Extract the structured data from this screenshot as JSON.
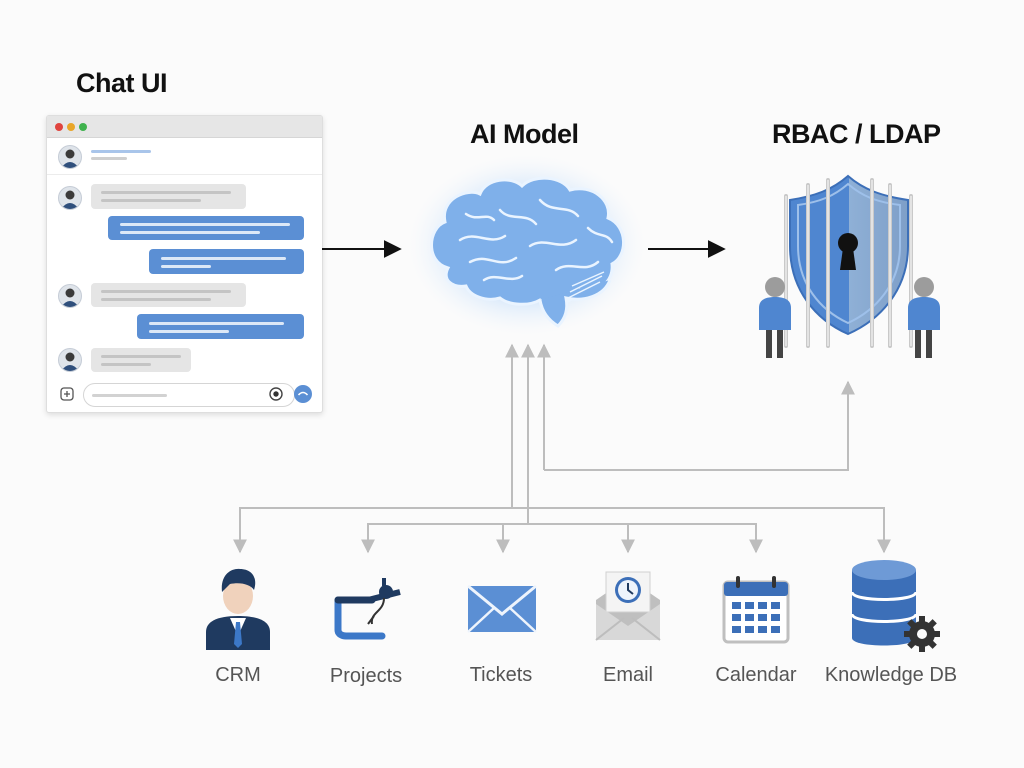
{
  "titles": {
    "chat_ui": "Chat UI",
    "ai_model": "AI Model",
    "rbac": "RBAC / LDAP"
  },
  "sources": [
    {
      "label": "CRM",
      "icon": "businessman-icon"
    },
    {
      "label": "Projects",
      "icon": "project-board-icon"
    },
    {
      "label": "Tickets",
      "icon": "envelope-icon"
    },
    {
      "label": "Email",
      "icon": "email-clock-icon"
    },
    {
      "label": "Calendar",
      "icon": "calendar-icon"
    },
    {
      "label": "Knowledge DB",
      "icon": "database-gear-icon"
    }
  ],
  "colors": {
    "accent_blue": "#5b8fd4",
    "dark_blue": "#2f4f7c",
    "connector_gray": "#bdbdbd",
    "arrow_black": "#111111"
  }
}
